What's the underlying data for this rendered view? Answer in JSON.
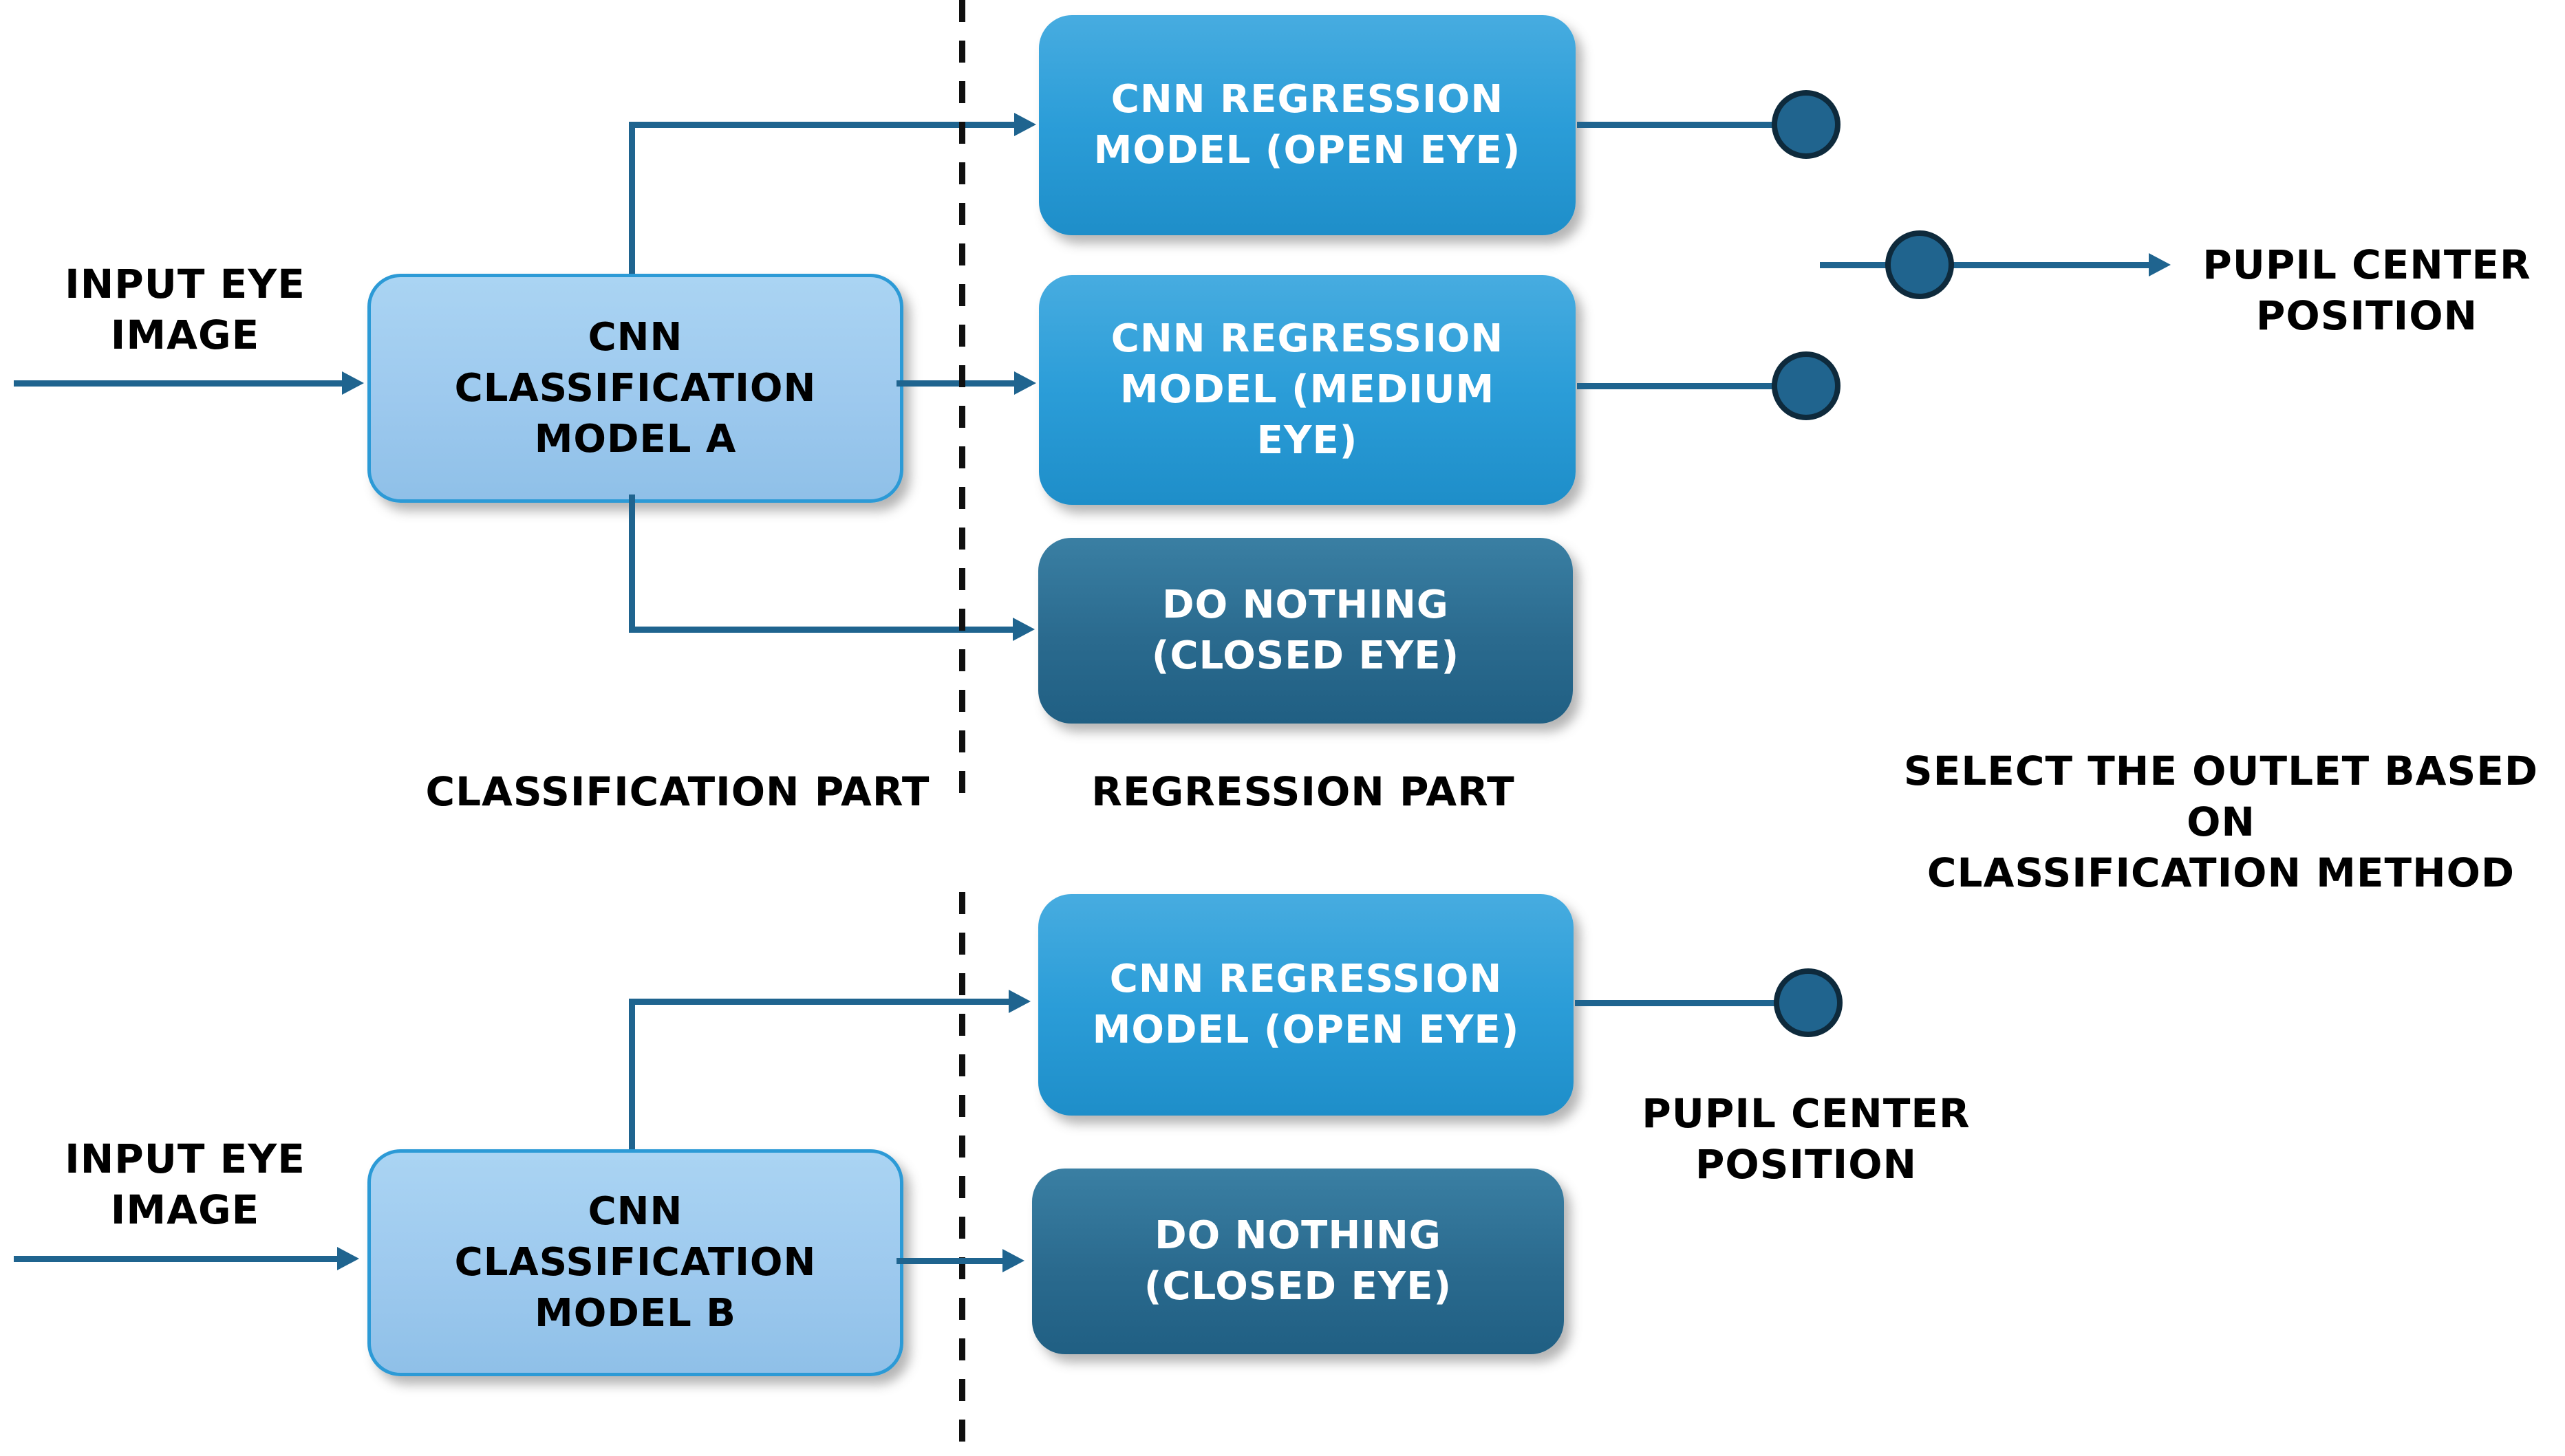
{
  "diagram": {
    "colors": {
      "connector": "#1F648F",
      "dashed_line": "#101010",
      "classification_fill": "#9DC9EE",
      "classification_border": "#2C9AD6",
      "regression_fill_top": "#47ACE0",
      "regression_fill_bottom": "#1E8EC9",
      "do_nothing_fill_top": "#3A7FA3",
      "do_nothing_fill_bottom": "#205F83",
      "circle_fill": "#20648E",
      "circle_border": "#0E2A3C",
      "text_dark": "#000000",
      "text_light": "#FFFFFF"
    },
    "top": {
      "input_label": {
        "line1": "INPUT EYE",
        "line2": "IMAGE"
      },
      "classification_box": {
        "line1": "CNN",
        "line2": "CLASSIFICATION",
        "line3": "MODEL A"
      },
      "regression_open_box": {
        "line1": "CNN REGRESSION",
        "line2": "MODEL (OPEN EYE)"
      },
      "regression_medium_box": {
        "line1": "CNN REGRESSION",
        "line2": "MODEL (MEDIUM",
        "line3": "EYE)"
      },
      "do_nothing_box": {
        "line1": "DO NOTHING",
        "line2": "(CLOSED EYE)"
      },
      "output_label": {
        "line1": "PUPIL CENTER",
        "line2": "POSITION"
      },
      "classification_part_label": "CLASSIFICATION PART",
      "regression_part_label": "REGRESSION PART",
      "select_outlet_label": {
        "line1": "SELECT THE OUTLET BASED ON",
        "line2": "CLASSIFICATION METHOD"
      }
    },
    "bottom": {
      "input_label": {
        "line1": "INPUT EYE",
        "line2": "IMAGE"
      },
      "classification_box": {
        "line1": "CNN",
        "line2": "CLASSIFICATION",
        "line3": "MODEL B"
      },
      "regression_open_box": {
        "line1": "CNN REGRESSION",
        "line2": "MODEL (OPEN EYE)"
      },
      "do_nothing_box": {
        "line1": "DO NOTHING",
        "line2": "(CLOSED EYE)"
      },
      "output_label": {
        "line1": "PUPIL CENTER",
        "line2": "POSITION"
      }
    }
  }
}
